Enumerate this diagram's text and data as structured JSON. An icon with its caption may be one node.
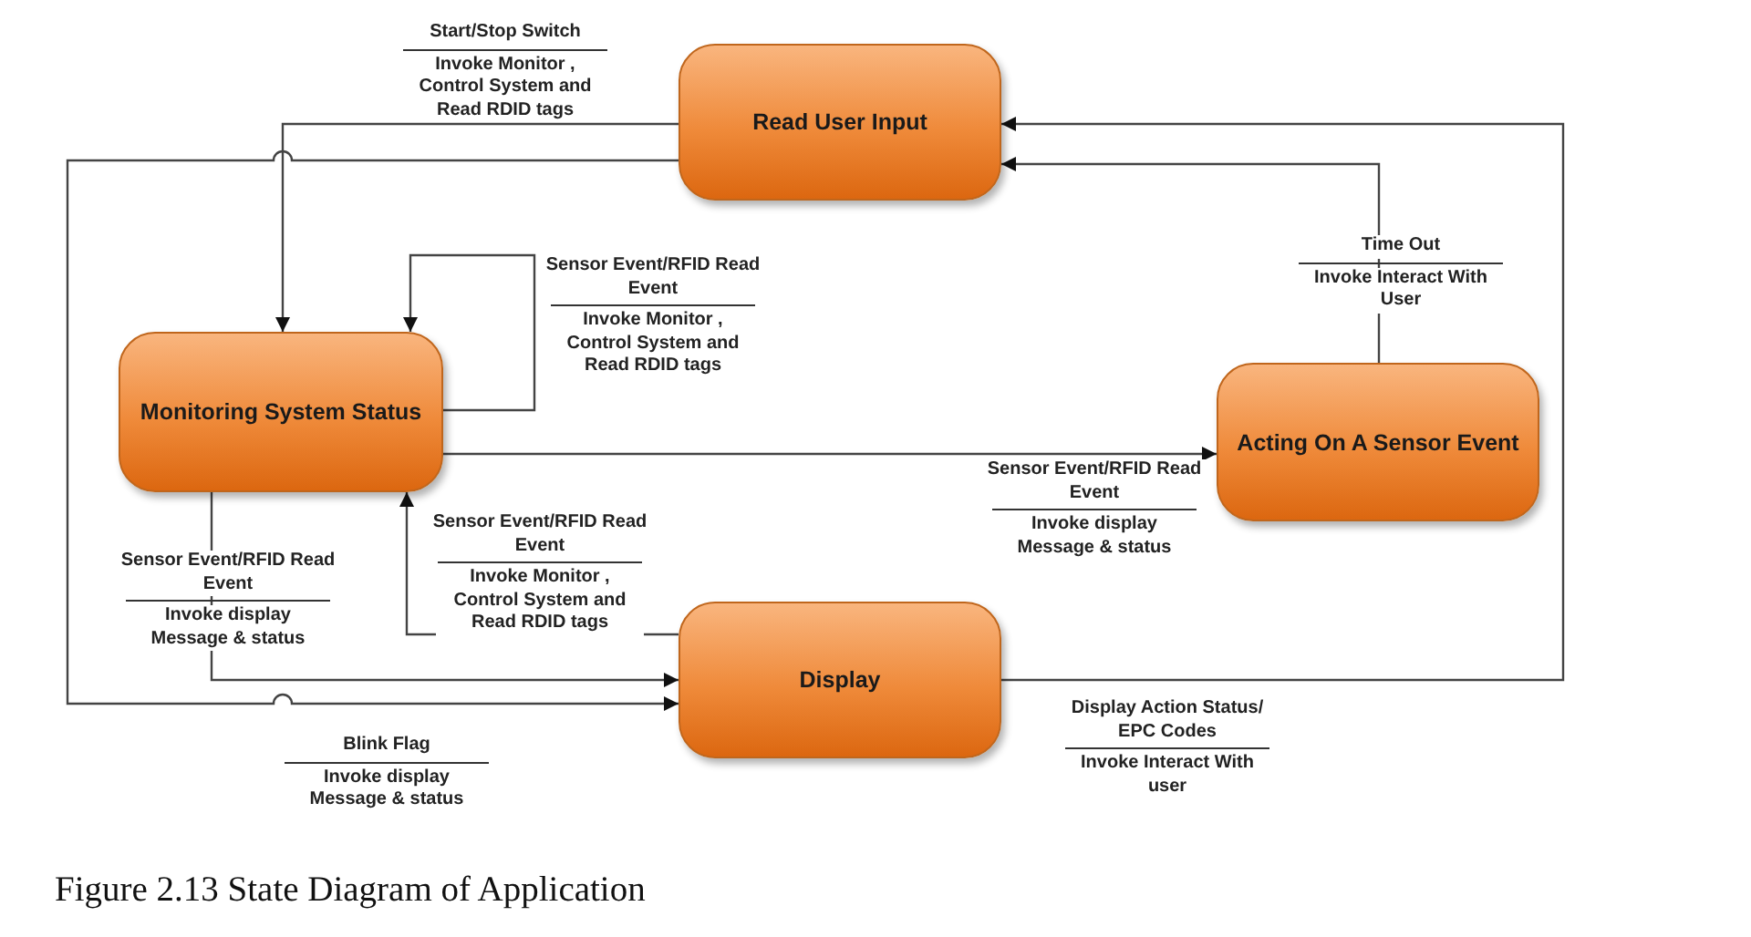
{
  "diagram": {
    "caption": "Figure 2.13 State Diagram of Application",
    "nodes": [
      {
        "text": [
          "Read User Input"
        ]
      },
      {
        "text": [
          "Monitoring System Status"
        ]
      },
      {
        "text": [
          "Acting On A Sensor Event"
        ]
      },
      {
        "text": [
          "Display"
        ]
      }
    ],
    "edges": [
      {
        "from": 0,
        "to": 1,
        "arrow": "to",
        "label": "Start/Stop Switch"
      },
      {
        "from": 0,
        "to": 3,
        "arrow": "to",
        "label": "Blink Flag"
      },
      {
        "from": 1,
        "to": 1,
        "arrow": "to",
        "label": "Sensor Event/RFID Read Event"
      },
      {
        "from": 1,
        "to": 2,
        "arrow": "to",
        "label": "Sensor Event/RFID Read Event"
      },
      {
        "from": 1,
        "to": 3,
        "arrow": "to",
        "label": "Sensor Event/RFID Read Event"
      },
      {
        "from": 3,
        "to": 1,
        "arrow": "to",
        "label": "Sensor Event/RFID Read Event"
      },
      {
        "from": 2,
        "to": 0,
        "arrow": "to",
        "label": "Time Out"
      },
      {
        "from": 3,
        "to": 0,
        "arrow": "to",
        "label": "Display Action Status/ EPC Codes"
      }
    ],
    "labels": [
      "Invoke Monitor , Control System and Read RDID tags",
      "Invoke Interact With User",
      "Invoke Monitor , Control System and Read RDID tags",
      "Invoke display Message & status",
      "Invoke Monitor , Control System and Read RDID tags",
      "Invoke display Message & status",
      "Invoke Interact With user",
      "Invoke display Message & status"
    ]
  }
}
